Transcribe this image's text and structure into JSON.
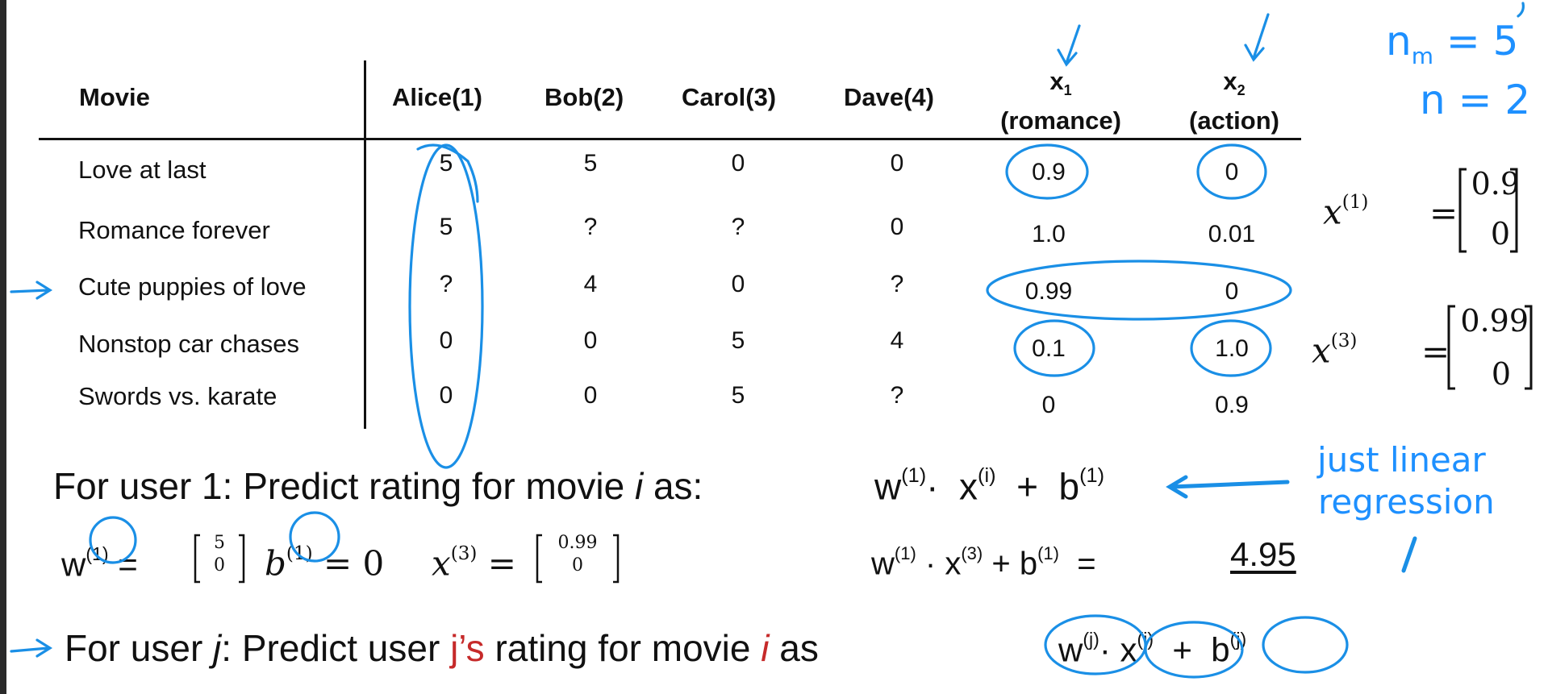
{
  "table": {
    "headers": {
      "movie": "Movie",
      "users": [
        "Alice(1)",
        "Bob(2)",
        "Carol(3)",
        "Dave(4)"
      ],
      "x1_name": "x",
      "x1_sub": "1",
      "x1_label": "(romance)",
      "x2_name": "x",
      "x2_sub": "2",
      "x2_label": "(action)"
    },
    "rows": [
      {
        "movie": "Love at last",
        "ratings": [
          "5",
          "5",
          "0",
          "0"
        ],
        "x1": "0.9",
        "x2": "0"
      },
      {
        "movie": "Romance forever",
        "ratings": [
          "5",
          "?",
          "?",
          "0"
        ],
        "x1": "1.0",
        "x2": "0.01"
      },
      {
        "movie": "Cute puppies of love",
        "ratings": [
          "?",
          "4",
          "0",
          "?"
        ],
        "x1": "0.99",
        "x2": "0"
      },
      {
        "movie": "Nonstop car chases",
        "ratings": [
          "0",
          "0",
          "5",
          "4"
        ],
        "x1": "0.1",
        "x2": "1.0"
      },
      {
        "movie": "Swords vs. karate",
        "ratings": [
          "0",
          "0",
          "5",
          "?"
        ],
        "x1": "0",
        "x2": "0.9"
      }
    ]
  },
  "annotations": {
    "nm": "n",
    "nm_sub": "m",
    "nm_value": "= 5",
    "n": "n = 2",
    "x1_vec_label": "x",
    "x1_vec_sup": "(1)",
    "x1_vec_top": "0.9",
    "x1_vec_bottom": "0",
    "x3_vec_label": "x",
    "x3_vec_sup": "(3)",
    "x3_vec_top": "0.99",
    "x3_vec_bottom": "0",
    "just_linear": "just  linear",
    "regression": "regression"
  },
  "lines": {
    "user1_prefix": "For user 1: Predict rating for movie ",
    "user1_i": "i",
    "user1_suffix": " as:",
    "formula1_w": "w",
    "formula1_wsup": "(1)",
    "formula1_dot": "·",
    "formula1_x": "x",
    "formula1_xsup": "(i)",
    "formula1_plus": "+",
    "formula1_b": "b",
    "formula1_bsup": "(1)",
    "w_label": "w",
    "w_sup": "(1)",
    "w_eq": "=",
    "w_top": "5",
    "w_bottom": "0",
    "b_label": "b",
    "b_sup": "(1)",
    "b_eq": "= 0",
    "x3_label": "x",
    "x3_sup": "(3)",
    "x3_eq": "=",
    "x3_top": "0.99",
    "x3_bottom": "0",
    "calc_w": "w",
    "calc_wsup": "(1)",
    "calc_dot": "·",
    "calc_x": "x",
    "calc_xsup": "(3)",
    "calc_plus": "+",
    "calc_b": "b",
    "calc_bsup": "(1)",
    "calc_eq": "=",
    "calc_result": "4.95",
    "userj_prefix": "For user ",
    "userj_j": "j",
    "userj_mid": ": Predict user ",
    "userj_red": "j’s",
    "userj_mid2": " rating for movie ",
    "userj_i": "i",
    "userj_suffix": " as",
    "formulaj_w": "w",
    "formulaj_wsup": "(j)",
    "formulaj_dot": "·",
    "formulaj_x": "x",
    "formulaj_xsup": "(i)",
    "formulaj_plus": "+",
    "formulaj_b": "b",
    "formulaj_bsup": "(j)"
  }
}
